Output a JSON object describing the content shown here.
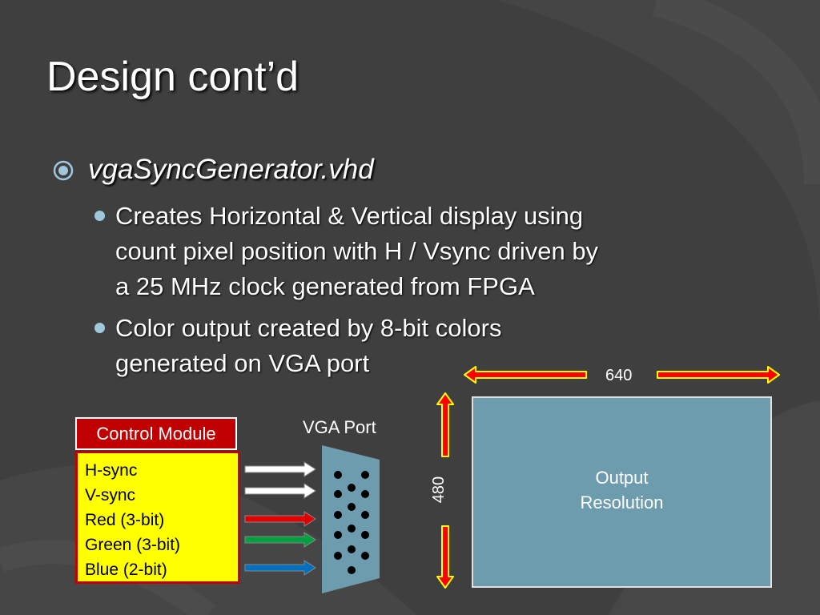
{
  "slide": {
    "title": "Design cont’d",
    "bullet": "vgaSyncGenerator.vhd",
    "subbullets": [
      {
        "lines": [
          "Creates Horizontal & Vertical display using",
          "count pixel position with H / Vsync driven by",
          "a 25 MHz clock generated from FPGA"
        ]
      },
      {
        "lines": [
          "Color output created by 8-bit colors",
          "generated on VGA port"
        ]
      }
    ]
  },
  "diagram": {
    "control_module": {
      "header": "Control Module",
      "signals": [
        "H-sync",
        "V-sync",
        "Red (3-bit)",
        "Green (3-bit)",
        "Blue (2-bit)"
      ]
    },
    "signal_arrow_colors": [
      "#ffffff",
      "#ffffff",
      "#e00000",
      "#00a040",
      "#0070c0"
    ],
    "vga_port_label": "VGA Port",
    "width_label": "640",
    "height_label": "480",
    "output_label_lines": [
      "Output",
      "Resolution"
    ]
  }
}
